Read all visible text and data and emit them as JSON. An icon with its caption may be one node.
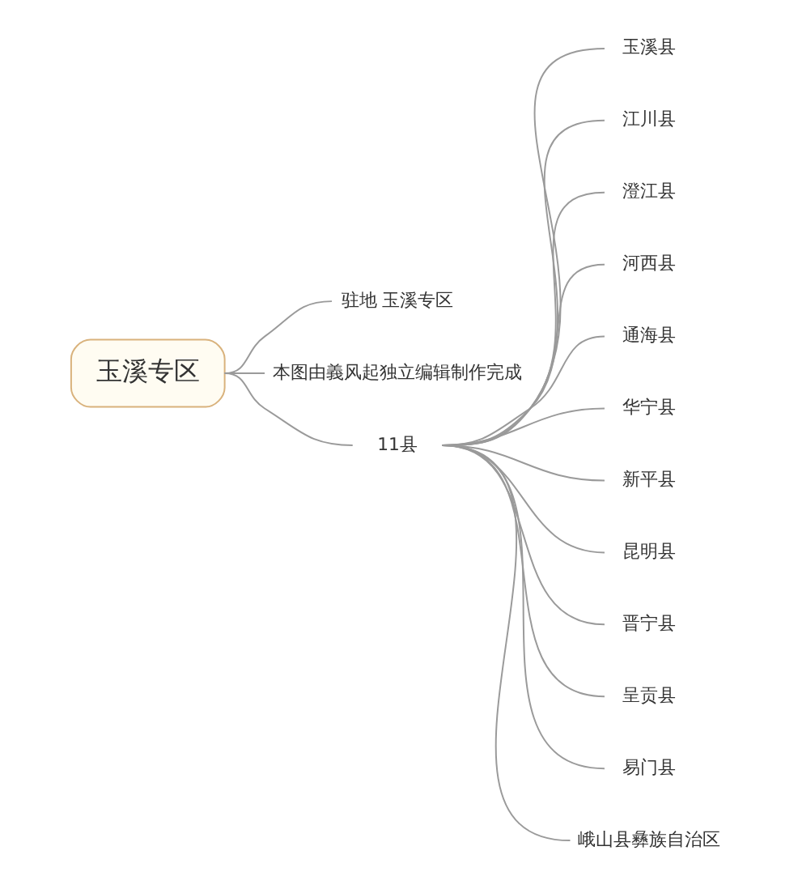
{
  "diagram": {
    "nodes": [
      {
        "text": [
          "玉溪专区"
        ]
      },
      {
        "text": [
          "驻地 玉溪专区"
        ]
      },
      {
        "text": [
          "本图由義风起独立编辑制作完成"
        ]
      },
      {
        "text": [
          "11县"
        ]
      },
      {
        "text": [
          "玉溪县"
        ]
      },
      {
        "text": [
          "江川县"
        ]
      },
      {
        "text": [
          "澄江县"
        ]
      },
      {
        "text": [
          "河西县"
        ]
      },
      {
        "text": [
          "通海县"
        ]
      },
      {
        "text": [
          "华宁县"
        ]
      },
      {
        "text": [
          "新平县"
        ]
      },
      {
        "text": [
          "昆明县"
        ]
      },
      {
        "text": [
          "晋宁县"
        ]
      },
      {
        "text": [
          "呈贡县"
        ]
      },
      {
        "text": [
          "易门县"
        ]
      },
      {
        "text": [
          "峨山县彝族自治区"
        ]
      }
    ],
    "edges": [
      {
        "from": 0,
        "to": 1,
        "arrow": "none"
      },
      {
        "from": 0,
        "to": 2,
        "arrow": "none"
      },
      {
        "from": 0,
        "to": 3,
        "arrow": "none"
      },
      {
        "from": 3,
        "to": 4,
        "arrow": "none"
      },
      {
        "from": 3,
        "to": 5,
        "arrow": "none"
      },
      {
        "from": 3,
        "to": 6,
        "arrow": "none"
      },
      {
        "from": 3,
        "to": 7,
        "arrow": "none"
      },
      {
        "from": 3,
        "to": 8,
        "arrow": "none"
      },
      {
        "from": 3,
        "to": 9,
        "arrow": "none"
      },
      {
        "from": 3,
        "to": 10,
        "arrow": "none"
      },
      {
        "from": 3,
        "to": 11,
        "arrow": "none"
      },
      {
        "from": 3,
        "to": 12,
        "arrow": "none"
      },
      {
        "from": 3,
        "to": 13,
        "arrow": "none"
      },
      {
        "from": 3,
        "to": 14,
        "arrow": "none"
      },
      {
        "from": 3,
        "to": 15,
        "arrow": "none"
      }
    ]
  }
}
